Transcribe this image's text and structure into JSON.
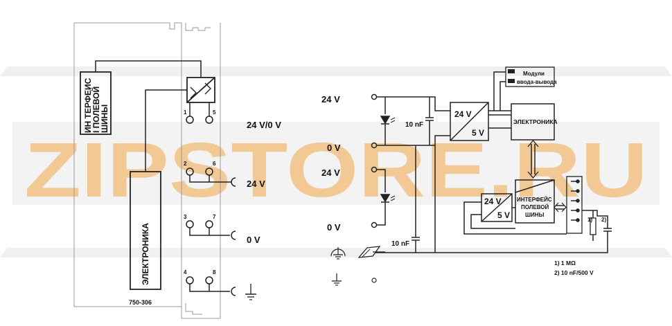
{
  "watermark": {
    "text": "ZIPSTORE.RU",
    "color": "#f2a64a"
  },
  "module": {
    "fieldbus_interface": [
      "ИН ТЕРФЕИС",
      "I ПОЛЕВОЙ",
      "ШИНЫ"
    ],
    "electronics": "ЭЛЕКТРОНИКА",
    "part_number": "750-306",
    "terminals": [
      "1",
      "5",
      "2",
      "6",
      "3",
      "7",
      "4",
      "8"
    ],
    "supply_label": "24 V/0 V",
    "out_24v": "24 V",
    "out_0v": "0 V"
  },
  "circuit": {
    "left_24v_top": "24 V",
    "left_0v": "0 V",
    "left_24v_mid": "24 V",
    "left_0v_bottom": "0 V",
    "cap_top": "10 nF",
    "cap_bottom": "10 nF",
    "dcdc_top_in": "24 V",
    "dcdc_top_out": "5 V",
    "electronics": "ЭЛЕКТРОНИКА",
    "io_modules": [
      "Модули",
      "ввода-вывода"
    ],
    "dcdc_bot_in": "24 V",
    "dcdc_bot_out": "5 V",
    "fieldbus_interface": [
      "ИНТЕРФЕЙС",
      "ПОЛЕВОЙ",
      "ШИНЫ"
    ],
    "marker_1": "1)",
    "marker_2": "2)",
    "note_1": "1) 1 MΩ",
    "note_2": "2) 10 nF/500 V"
  }
}
